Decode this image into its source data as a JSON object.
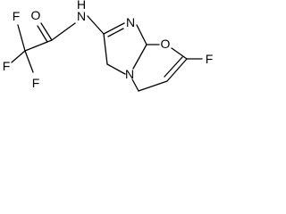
{
  "molecule": {
    "atoms": {
      "f_top": "F",
      "f_left": "F",
      "f_bottom": "F",
      "o_carbonyl": "O",
      "n_amide": "N",
      "h_amide": "H",
      "n_imidazole": "N",
      "o_ring": "O",
      "n_ring": "N",
      "f_ring": "F"
    }
  }
}
